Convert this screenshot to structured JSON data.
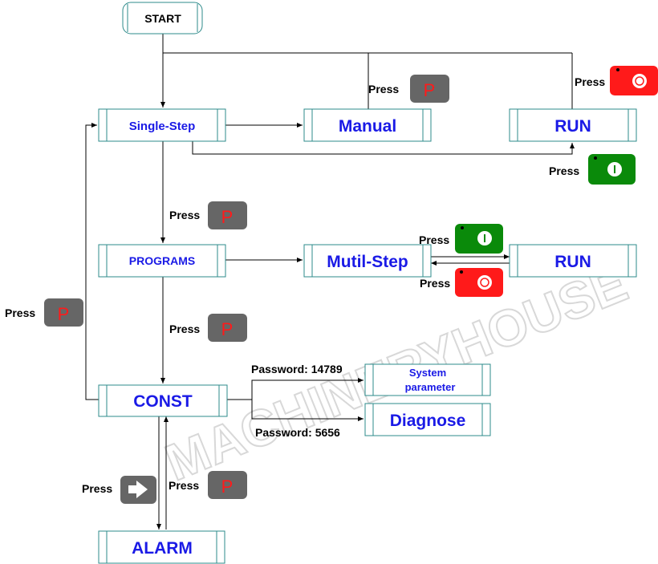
{
  "start": "START",
  "states": {
    "single_step": "Single-Step",
    "manual": "Manual",
    "run_top": "RUN",
    "programs": "PROGRAMS",
    "multi_step": "Mutil-Step",
    "run_mid": "RUN",
    "const": "CONST",
    "system_parameter_line1": "System",
    "system_parameter_line2": "parameter",
    "diagnose": "Diagnose",
    "alarm": "ALARM"
  },
  "press_label": "Press",
  "key_glyph": "P",
  "passwords": {
    "system": "Password: 14789",
    "diagnose": "Password: 5656"
  },
  "watermark": "MACHINERYHOUSE",
  "colors": {
    "box_border": "#2e8b8b",
    "box_text": "#1a1ae6",
    "p_key": "#666666",
    "p_key_glyph": "#ff1a1a",
    "stop_key": "#ff1a1a",
    "start_key": "#0a8a0a",
    "arrow_key": "#666666"
  },
  "icons": {
    "p_key": "p-key-icon",
    "stop_key": "stop-button-icon",
    "start_key": "start-button-icon",
    "arrow_key": "right-arrow-key-icon"
  }
}
